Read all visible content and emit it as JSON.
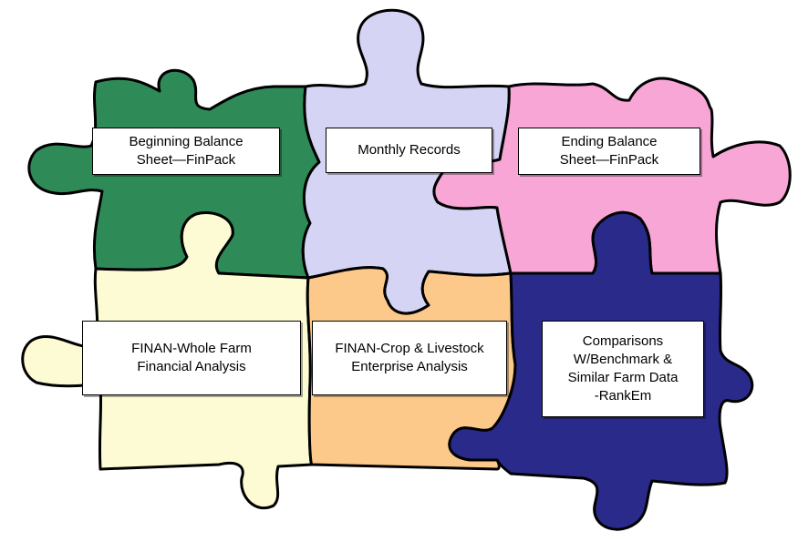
{
  "pieces": [
    {
      "id": "beginning-balance",
      "color": "#2e8b57",
      "label": "Beginning Balance\nSheet—FinPack"
    },
    {
      "id": "monthly-records",
      "color": "#d6d4f5",
      "label": "Monthly Records"
    },
    {
      "id": "ending-balance",
      "color": "#f7a6d6",
      "label": "Ending Balance\nSheet—FinPack"
    },
    {
      "id": "finan-whole-farm",
      "color": "#fdfbd4",
      "label": "FINAN-Whole Farm\nFinancial Analysis"
    },
    {
      "id": "finan-crop-livestock",
      "color": "#fcc98b",
      "label": "FINAN-Crop & Livestock\nEnterprise Analysis"
    },
    {
      "id": "comparisons",
      "color": "#2a2a8a",
      "label": "Comparisons\nW/Benchmark &\nSimilar Farm Data\n-RankEm"
    }
  ]
}
